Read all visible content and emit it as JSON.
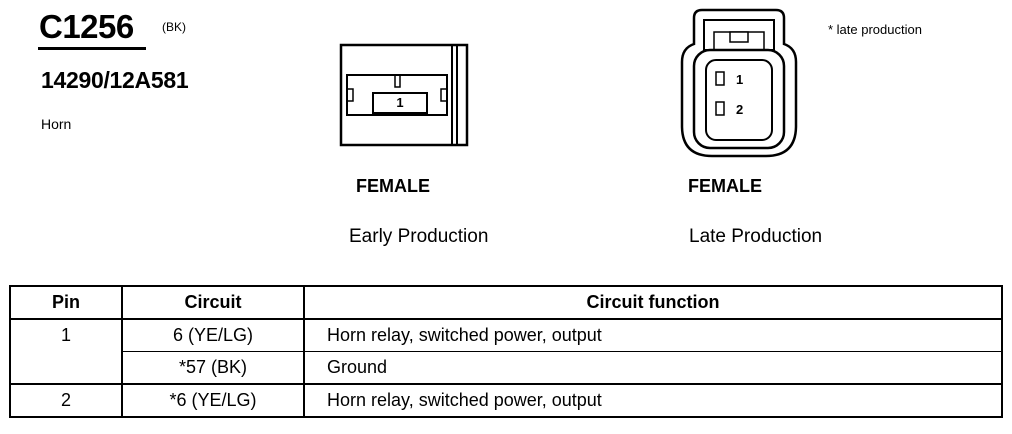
{
  "header": {
    "connector_id": "C1256",
    "wire_color": "(BK)",
    "part_number": "14290/12A581",
    "description": "Horn",
    "footnote": "* late production"
  },
  "connectors": {
    "early": {
      "gender": "FEMALE",
      "production": "Early Production",
      "pins": [
        "1"
      ]
    },
    "late": {
      "gender": "FEMALE",
      "production": "Late Production",
      "pins": [
        "1",
        "2"
      ]
    }
  },
  "table": {
    "headers": {
      "pin": "Pin",
      "circuit": "Circuit",
      "function": "Circuit function"
    },
    "rows": [
      {
        "pin": "1",
        "circuit": "6 (YE/LG)",
        "function": "Horn relay, switched power, output"
      },
      {
        "pin": "",
        "circuit": "*57 (BK)",
        "function": "Ground"
      },
      {
        "pin": "2",
        "circuit": "*6 (YE/LG)",
        "function": "Horn relay, switched power, output"
      }
    ]
  }
}
